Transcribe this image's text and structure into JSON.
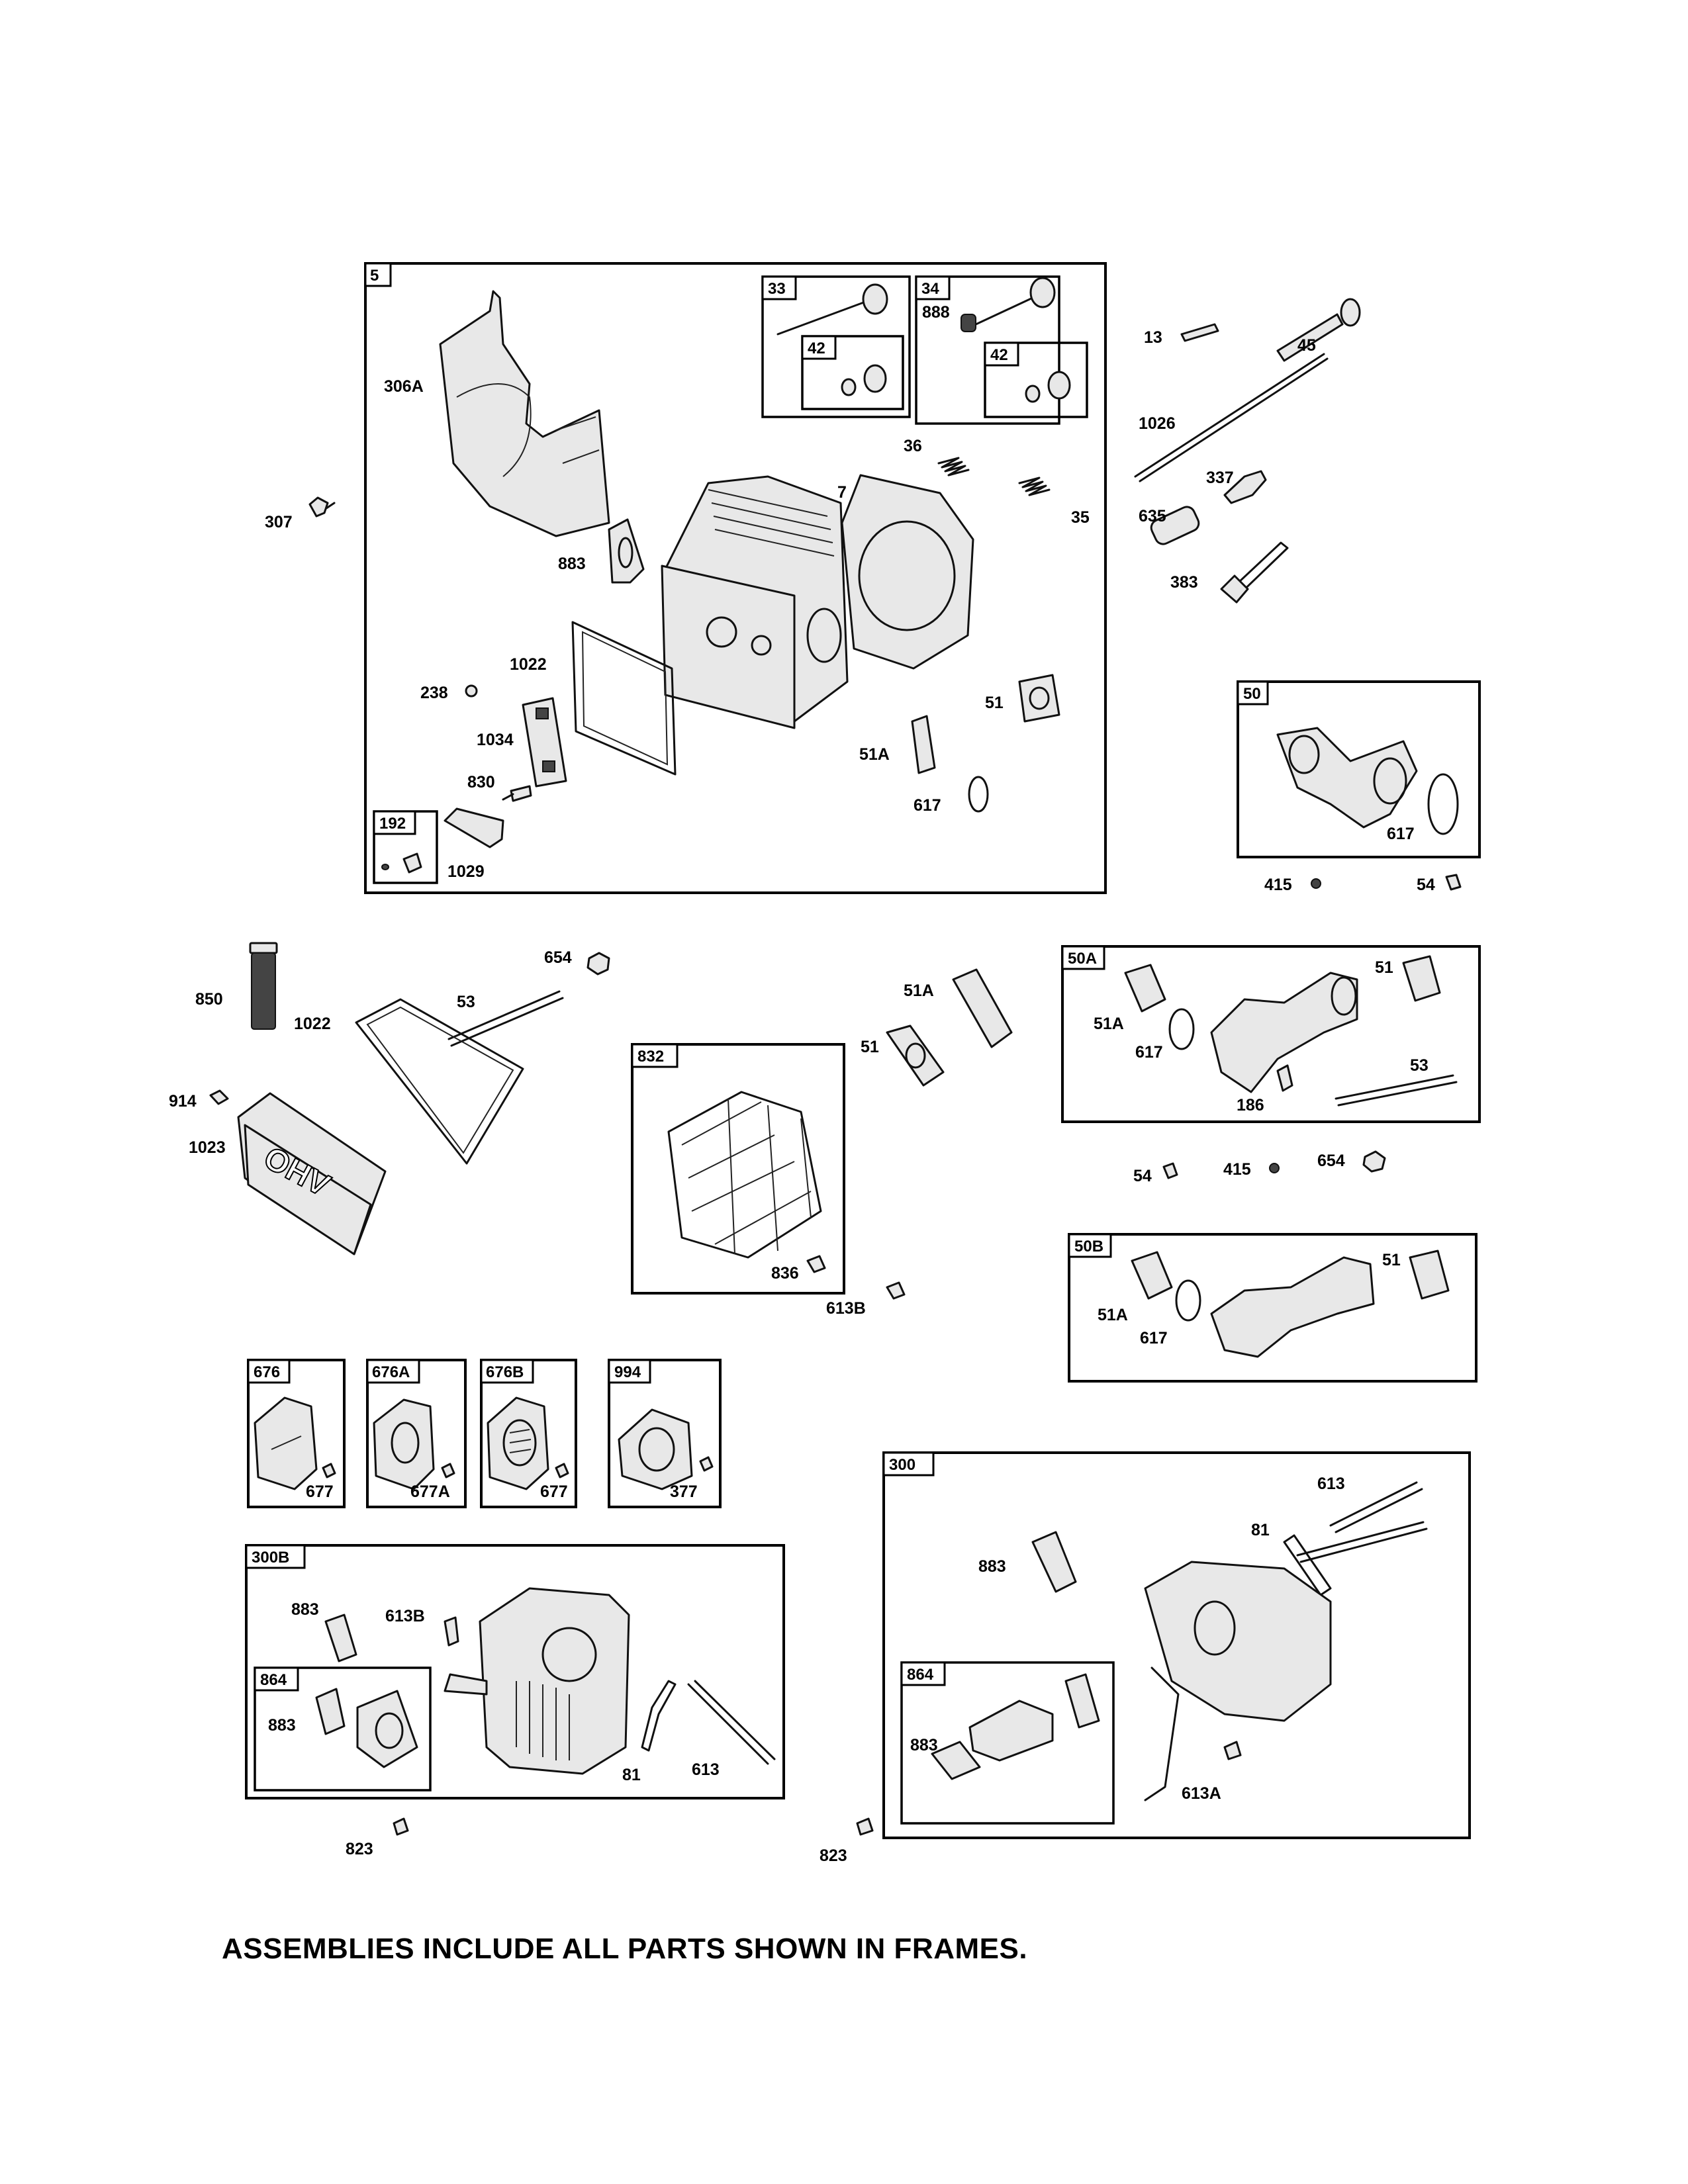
{
  "footer_note": "ASSEMBLIES INCLUDE ALL PARTS SHOWN IN FRAMES.",
  "frames": {
    "f5": "5",
    "f33": "33",
    "f34": "34",
    "f42a": "42",
    "f42b": "42",
    "f192": "192",
    "f50": "50",
    "f50A": "50A",
    "f832": "832",
    "f50B": "50B",
    "f676": "676",
    "f676A": "676A",
    "f676B": "676B",
    "f994": "994",
    "f300B": "300B",
    "f864a": "864",
    "f300": "300",
    "f864b": "864"
  },
  "labels": {
    "p306A": "306A",
    "p307": "307",
    "p883a": "883",
    "p7": "7",
    "p36": "36",
    "p35": "35",
    "p888": "888",
    "p1022a": "1022",
    "p238": "238",
    "p1034": "1034",
    "p830": "830",
    "p1029": "1029",
    "p51a": "51",
    "p51Aa": "51A",
    "p617a": "617",
    "p13": "13",
    "p45": "45",
    "p1026": "1026",
    "p337": "337",
    "p635": "635",
    "p383": "383",
    "p617b": "617",
    "p415a": "415",
    "p54a": "54",
    "p850": "850",
    "p1022b": "1022",
    "p53a": "53",
    "p654a": "654",
    "p914": "914",
    "p1023": "1023",
    "p51Ab": "51A",
    "p51b": "51",
    "p836": "836",
    "p613Ba": "613B",
    "p51Ac": "51A",
    "p617c": "617",
    "p51c": "51",
    "p186": "186",
    "p53b": "53",
    "p54b": "54",
    "p415b": "415",
    "p654b": "654",
    "p51Ad": "51A",
    "p617d": "617",
    "p51d": "51",
    "p677a": "677",
    "p677A": "677A",
    "p677b": "677",
    "p377": "377",
    "p883b": "883",
    "p613Bb": "613B",
    "p883c": "883",
    "p81a": "81",
    "p613a": "613",
    "p823a": "823",
    "p613b": "613",
    "p81b": "81",
    "p883d": "883",
    "p883e": "883",
    "p613A": "613A",
    "p823b": "823"
  },
  "logos": {
    "valve_cover": "OHV"
  }
}
